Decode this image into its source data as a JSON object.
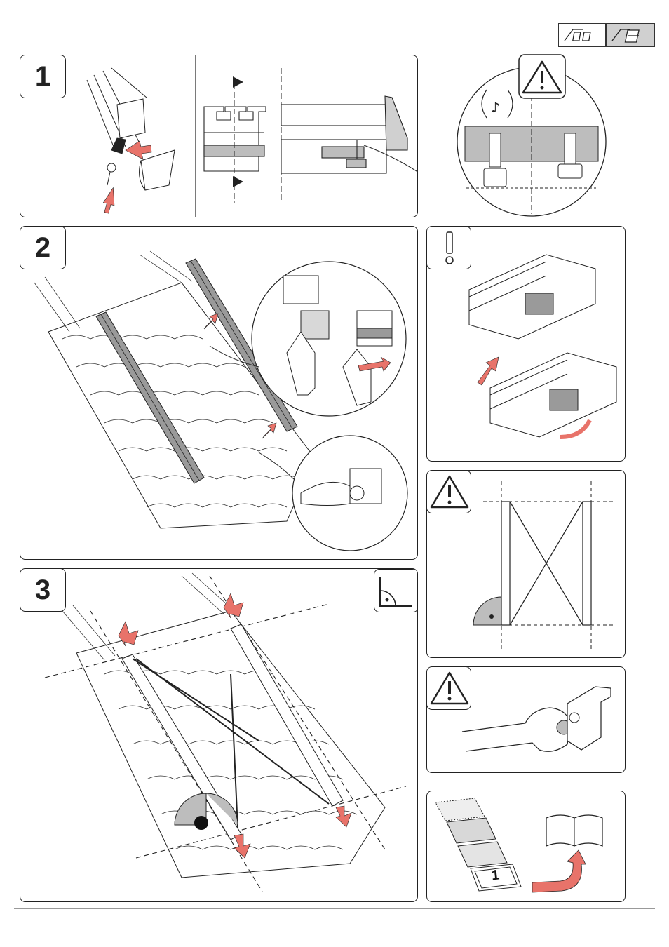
{
  "header": {
    "icons": [
      "roof-two-windows-icon",
      "roof-panel-highlighted-icon"
    ],
    "highlight_color": "#d0d0d0"
  },
  "steps": [
    {
      "number": "1"
    },
    {
      "number": "2"
    },
    {
      "number": "3"
    }
  ],
  "side_panels": {
    "order_page_label": "1"
  },
  "colors": {
    "arrow_red": "#e8736a",
    "rail_grey": "#9a9a9a",
    "line": "#222222"
  }
}
